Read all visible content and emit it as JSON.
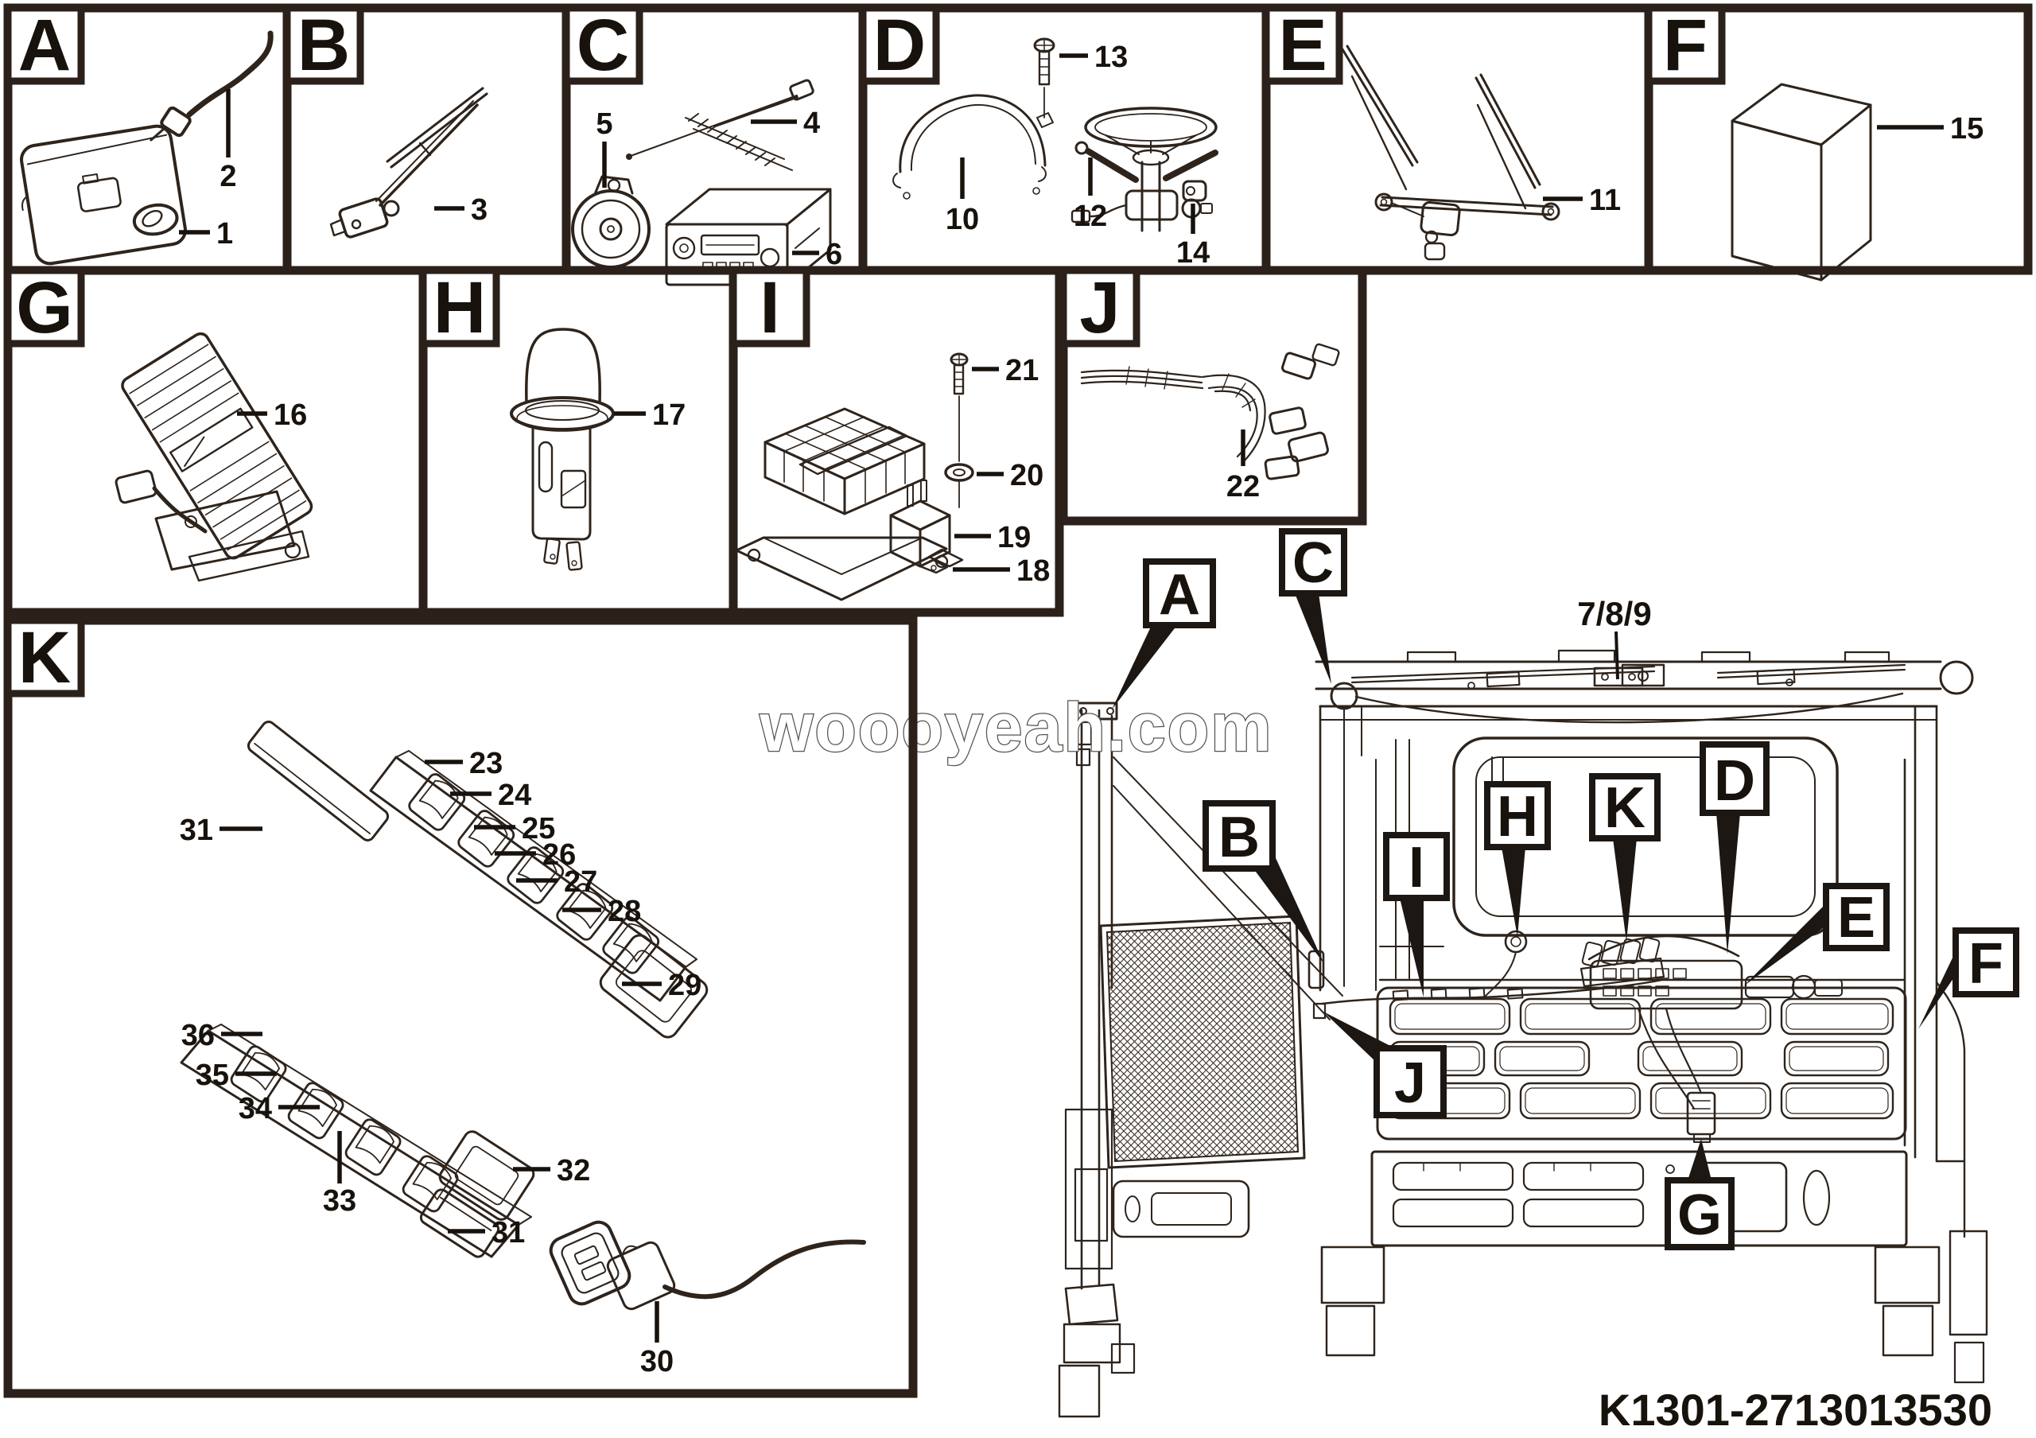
{
  "meta": {
    "drawing_code": "K1301-2713013530",
    "watermark": "woooyeah.com",
    "ink_color": "#2e241c",
    "border_color": "#2b211a"
  },
  "truck": {
    "roof_ref": "7/8/9",
    "callout_letters": [
      "A",
      "C",
      "B",
      "I",
      "H",
      "K",
      "D",
      "E",
      "F",
      "J",
      "G"
    ]
  },
  "panels": {
    "a": {
      "letter": "A",
      "parts": [
        "1",
        "2"
      ]
    },
    "b": {
      "letter": "B",
      "parts": [
        "3"
      ]
    },
    "c": {
      "letter": "C",
      "parts": [
        "4",
        "5",
        "6"
      ]
    },
    "d": {
      "letter": "D",
      "parts": [
        "10",
        "12",
        "13",
        "14"
      ]
    },
    "e": {
      "letter": "E",
      "parts": [
        "11"
      ]
    },
    "f": {
      "letter": "F",
      "parts": [
        "15"
      ]
    },
    "g": {
      "letter": "G",
      "parts": [
        "16"
      ]
    },
    "h": {
      "letter": "H",
      "parts": [
        "17"
      ]
    },
    "i": {
      "letter": "I",
      "parts": [
        "18",
        "19",
        "20",
        "21"
      ]
    },
    "j": {
      "letter": "J",
      "parts": [
        "22"
      ]
    },
    "k": {
      "letter": "K",
      "parts": [
        "23",
        "24",
        "25",
        "26",
        "27",
        "28",
        "29",
        "30",
        "31",
        "32",
        "33",
        "34",
        "35",
        "36"
      ]
    }
  },
  "n": {
    "1": "1",
    "2": "2",
    "3": "3",
    "4": "4",
    "5": "5",
    "6": "6",
    "10": "10",
    "11": "11",
    "12": "12",
    "13": "13",
    "14": "14",
    "15": "15",
    "16": "16",
    "17": "17",
    "18": "18",
    "19": "19",
    "20": "20",
    "21": "21",
    "22": "22",
    "23": "23",
    "24": "24",
    "25": "25",
    "26": "26",
    "27": "27",
    "28": "28",
    "29": "29",
    "30": "30",
    "31": "31",
    "32": "32",
    "33": "33",
    "34": "34",
    "35": "35",
    "36": "36"
  }
}
